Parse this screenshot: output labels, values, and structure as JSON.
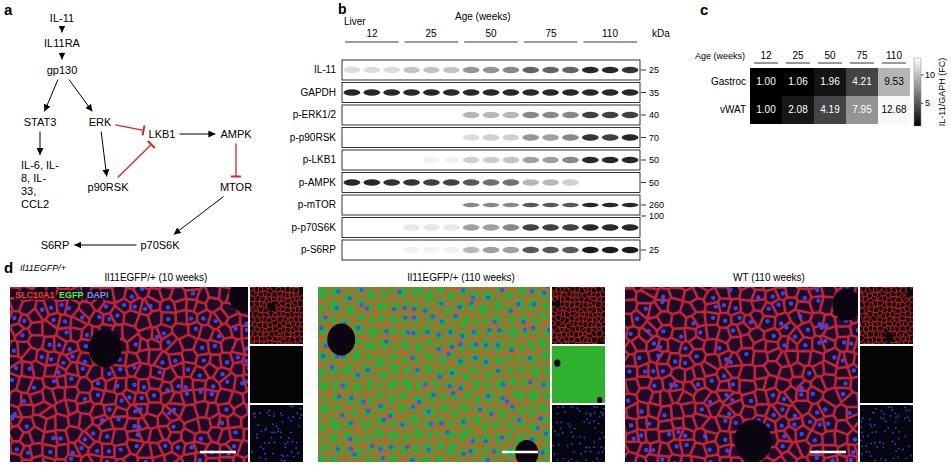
{
  "diagram": {
    "nodes": [
      {
        "text": [
          "IL-11"
        ]
      },
      {
        "text": [
          "IL11RA"
        ]
      },
      {
        "text": [
          "gp130"
        ]
      },
      {
        "text": [
          "STAT3"
        ]
      },
      {
        "text": [
          "ERK"
        ]
      },
      {
        "text": [
          "LKB1"
        ]
      },
      {
        "text": [
          "AMPK"
        ]
      },
      {
        "text": [
          "IL-6, IL-8, IL-33, CCL2"
        ]
      },
      {
        "text": [
          "p90RSK"
        ]
      },
      {
        "text": [
          "MTOR"
        ]
      },
      {
        "text": [
          "S6RP"
        ]
      },
      {
        "text": [
          "p70S6K"
        ]
      }
    ],
    "edges": [
      {
        "from": 0,
        "to": 1,
        "arrow": "to"
      },
      {
        "from": 1,
        "to": 2,
        "arrow": "to"
      },
      {
        "from": 2,
        "to": 3,
        "arrow": "to"
      },
      {
        "from": 2,
        "to": 4,
        "arrow": "to"
      },
      {
        "from": 3,
        "to": 7,
        "arrow": "to"
      },
      {
        "from": 4,
        "to": 8,
        "arrow": "to"
      },
      {
        "from": 4,
        "to": 5,
        "arrow": "to"
      },
      {
        "from": 8,
        "to": 5,
        "arrow": "to"
      },
      {
        "from": 5,
        "to": 6,
        "arrow": "to"
      },
      {
        "from": 6,
        "to": 9,
        "arrow": "to"
      },
      {
        "from": 9,
        "to": 11,
        "arrow": "to"
      },
      {
        "from": 11,
        "to": 10,
        "arrow": "to"
      }
    ],
    "labels": [
      "a",
      "b",
      "Liver",
      "Age (weeks)",
      "12",
      "25",
      "50",
      "75",
      "110",
      "kDa",
      "IL-11",
      "GAPDH",
      "p-ERK1/2",
      "p-p90RSK",
      "p-LKB1",
      "p-AMPK",
      "p-mTOR",
      "p-p70S6K",
      "p-S6RP",
      "25",
      "35",
      "40",
      "70",
      "50",
      "50",
      "260",
      "100",
      "25",
      "c",
      "Age (weeks)",
      "12",
      "25",
      "50",
      "75",
      "110",
      "Gastroc",
      "vWAT",
      "1.00",
      "1.06",
      "1.96",
      "4.21",
      "9.53",
      "1.00",
      "2.08",
      "4.19",
      "7.95",
      "12.68",
      "10",
      "5",
      "IL-11/GAPH (FC)",
      "d",
      "Il11EGFP/+",
      "Il11EGFP/+ (10 weeks)",
      "Il11EGFP/+ (110 weeks)",
      "WT (110 weeks)",
      "SLC10A1",
      "EGFP",
      "DAPI"
    ]
  }
}
